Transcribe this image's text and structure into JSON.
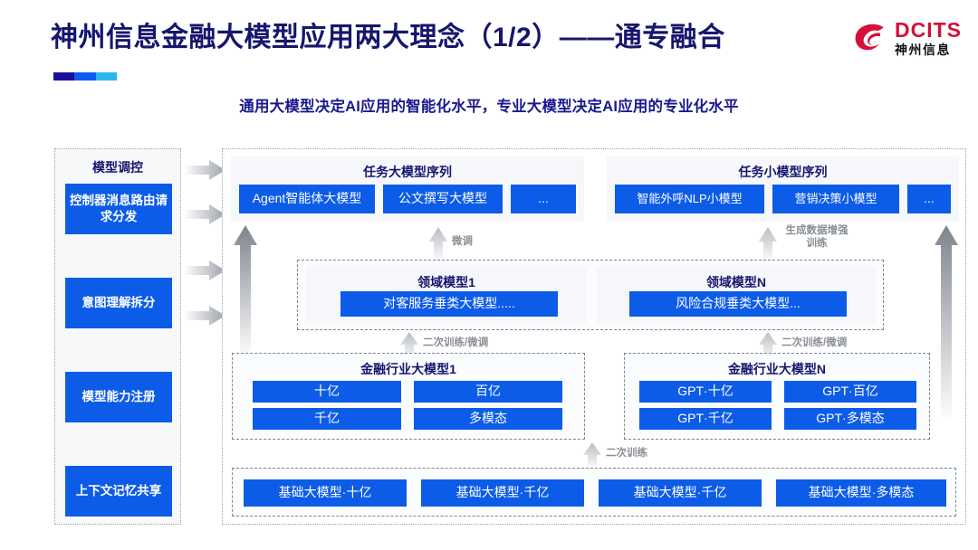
{
  "header": {
    "title": "神州信息金融大模型应用两大理念（1/2）——通专融合",
    "subtitle": "通用大模型决定AI应用的智能化水平，专业大模型决定AI应用的专业化水平",
    "logo_en": "DCITS",
    "logo_cn": "神州信息",
    "accent_colors": [
      "#1c0f9e",
      "#0b5cf0",
      "#2ab6ef"
    ],
    "title_color": "#16166e",
    "subtitle_color": "#1a1a8e",
    "logo_color": "#d4103a"
  },
  "control_panel": {
    "title": "模型调控",
    "items": [
      {
        "label": "控制器消息路由请求分发"
      },
      {
        "label": "意图理解拆分"
      },
      {
        "label": "模型能力注册"
      },
      {
        "label": "上下文记忆共享"
      }
    ]
  },
  "diagram": {
    "accent_blue": "#0d5ce8",
    "task_big": {
      "title": "任务大模型序列",
      "chips": [
        "Agent智能体大模型",
        "公文撰写大模型",
        "..."
      ]
    },
    "task_small": {
      "title": "任务小模型序列",
      "chips": [
        "智能外呼NLP小模型",
        "营销决策小模型",
        "..."
      ]
    },
    "domain": {
      "left": {
        "title": "领域模型1",
        "chip": "对客服务垂类大模型....."
      },
      "right": {
        "title": "领域模型N",
        "chip": "风险合规垂类大模型..."
      }
    },
    "industry": {
      "left": {
        "title": "金融行业大模型1",
        "chips": [
          "十亿",
          "百亿",
          "千亿",
          "多模态"
        ]
      },
      "right": {
        "title": "金融行业大模型N",
        "chips": [
          "GPT·十亿",
          "GPT·百亿",
          "GPT·千亿",
          "GPT·多模态"
        ]
      }
    },
    "foundation": {
      "chips": [
        "基础大模型·十亿",
        "基础大模型·千亿",
        "基础大模型·千亿",
        "基础大模型·多模态"
      ]
    },
    "arrow_labels": {
      "fine_tune": "微调",
      "data_aug": "生成数据增强训练",
      "retrain_finetune_left": "二次训练/微调",
      "retrain_finetune_right": "二次训练/微调",
      "retrain": "二次训练"
    }
  }
}
